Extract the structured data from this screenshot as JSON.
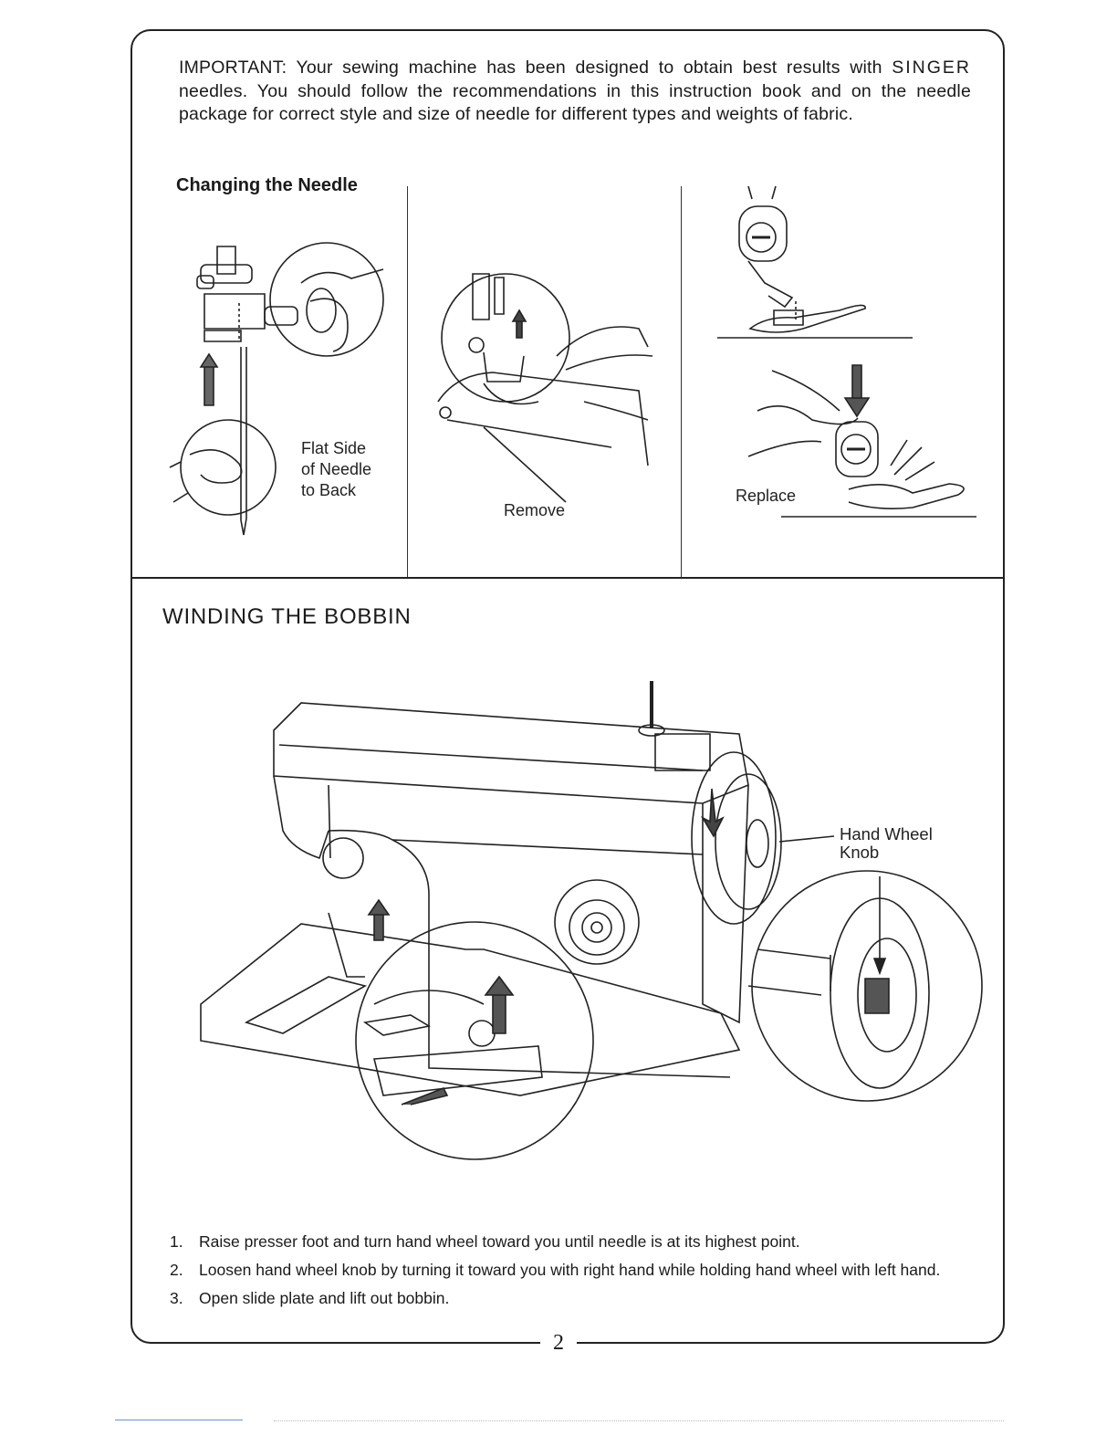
{
  "important": {
    "label": "IMPORTANT:",
    "text_before_brand": " Your sewing machine has been designed to obtain best results with ",
    "brand": "SINGER",
    "text_after_brand": " needles. You should follow the recommendations in this instruction book and on the needle package for correct style and size of needle for different types and weights of fabric."
  },
  "changing_needle": {
    "title": "Changing the Needle",
    "flat_side_caption": [
      "Flat Side",
      "of Needle",
      "to Back"
    ],
    "remove_caption": "Remove",
    "replace_caption": "Replace"
  },
  "winding_bobbin": {
    "title": "WINDING THE BOBBIN",
    "hand_wheel_callout": [
      "Hand Wheel",
      "Knob"
    ],
    "steps": [
      {
        "number": "1.",
        "text": "Raise presser foot and turn hand wheel toward you until needle is at its highest point."
      },
      {
        "number": "2.",
        "text": "Loosen hand wheel knob by turning it toward you with right hand while holding hand wheel with left hand."
      },
      {
        "number": "3.",
        "text": "Open slide plate and lift out bobbin."
      }
    ]
  },
  "page_number": "2",
  "colors": {
    "ink": "#1a1a1a",
    "paper": "#ffffff"
  }
}
